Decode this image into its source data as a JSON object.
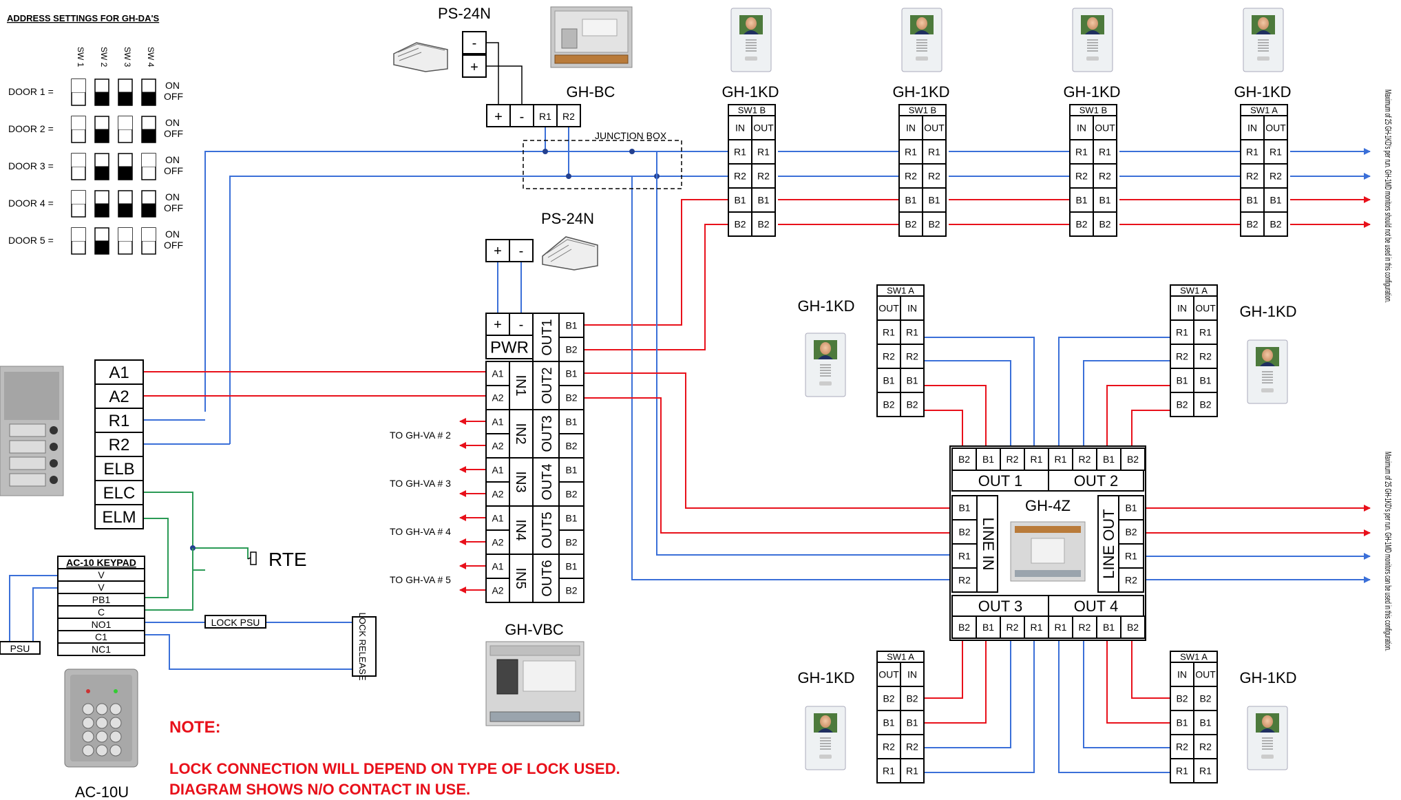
{
  "colors": {
    "red": "#e8101a",
    "blue": "#3a6fd8",
    "green": "#2a9a55",
    "black": "#000000"
  },
  "address": {
    "title": "ADDRESS SETTINGS FOR GH-DA'S",
    "switches": [
      "SW 1",
      "SW 2",
      "SW 3",
      "SW 4"
    ],
    "on": "ON",
    "off": "OFF",
    "doors": [
      {
        "label": "DOOR 1 =",
        "sw": [
          0,
          1,
          1,
          1
        ]
      },
      {
        "label": "DOOR 2 =",
        "sw": [
          0,
          1,
          0,
          1
        ]
      },
      {
        "label": "DOOR 3 =",
        "sw": [
          0,
          1,
          1,
          0
        ]
      },
      {
        "label": "DOOR 4 =",
        "sw": [
          0,
          1,
          1,
          1
        ]
      },
      {
        "label": "DOOR 5 =",
        "sw": [
          0,
          1,
          0,
          0
        ]
      }
    ]
  },
  "ps_top": {
    "label": "PS-24N",
    "minus": "-",
    "plus": "+"
  },
  "ps_mid": {
    "label": "PS-24N",
    "plus": "+",
    "minus": "-"
  },
  "gh_bc": {
    "label": "GH-BC",
    "t1": "+",
    "t2": "-",
    "t3": "R1",
    "t4": "R2"
  },
  "junction": "JUNCTION BOX",
  "kd_top": {
    "label": "GH-1KD",
    "sw": [
      "SW1 B",
      "SW1 B",
      "SW1 B",
      "SW1 A"
    ],
    "in": "IN",
    "out": "OUT",
    "rows": [
      "R1",
      "R2",
      "B1",
      "B2"
    ]
  },
  "note_top": "Maximum of 25 GH-1KD's per run. GH-1MD monitors should not be used in this configuration.",
  "note_right": "Maximum of 25 GH-1KD's per run. GH-1MD monitors can be used in this configuration.",
  "vbc": {
    "label": "GH-VBC",
    "pwr": "PWR",
    "outs": [
      "OUT1",
      "OUT2",
      "OUT3",
      "OUT4",
      "OUT5",
      "OUT6"
    ],
    "ins": [
      "IN1",
      "IN2",
      "IN3",
      "IN4",
      "IN5"
    ],
    "a1": "A1",
    "a2": "A2",
    "b1": "B1",
    "b2": "B2",
    "to": [
      "TO GH-VA # 2",
      "TO GH-VA # 3",
      "TO GH-VA # 4",
      "TO GH-VA # 5"
    ]
  },
  "door_station": {
    "terminals": [
      "A1",
      "A2",
      "R1",
      "R2",
      "ELB",
      "ELC",
      "ELM"
    ]
  },
  "rte": "RTE",
  "keypad": {
    "title": "AC-10 KEYPAD",
    "rows": [
      "V",
      "V",
      "PB1",
      "C",
      "NO1",
      "C1",
      "NC1"
    ],
    "psu": "PSU",
    "lock_psu": "LOCK PSU",
    "lock_release": "LOCK RELEASE",
    "model": "AC-10U"
  },
  "note": {
    "title": "NOTE:",
    "line1": "LOCK CONNECTION WILL DEPEND ON TYPE OF LOCK USED.",
    "line2": "DIAGRAM SHOWS N/O CONTACT IN USE."
  },
  "gh4z": {
    "label": "GH-4Z",
    "out1": "OUT 1",
    "out2": "OUT 2",
    "out3": "OUT 3",
    "out4": "OUT 4",
    "line_in": "LINE IN",
    "line_out": "LINE OUT",
    "top_terms": [
      "B2",
      "B1",
      "R2",
      "R1",
      "R1",
      "R2",
      "B1",
      "B2"
    ],
    "bot_terms": [
      "B2",
      "B1",
      "R2",
      "R1",
      "R1",
      "R2",
      "B1",
      "B2"
    ],
    "left_terms": [
      "B1",
      "B2",
      "R1",
      "R2"
    ],
    "right_terms": [
      "B1",
      "B2",
      "R1",
      "R2"
    ]
  },
  "kd_side": {
    "label": "GH-1KD",
    "sw": "SW1 A",
    "ul": {
      "h": [
        "OUT",
        "IN"
      ],
      "rows": [
        "R1",
        "R2",
        "B1",
        "B2"
      ]
    },
    "ur": {
      "h": [
        "IN",
        "OUT"
      ],
      "rows": [
        "R1",
        "R2",
        "B1",
        "B2"
      ]
    },
    "ll": {
      "h": [
        "OUT",
        "IN"
      ],
      "rows": [
        "B2",
        "B1",
        "R2",
        "R1"
      ]
    },
    "lr": {
      "h": [
        "IN",
        "OUT"
      ],
      "rows": [
        "B2",
        "B1",
        "R2",
        "R1"
      ]
    }
  }
}
